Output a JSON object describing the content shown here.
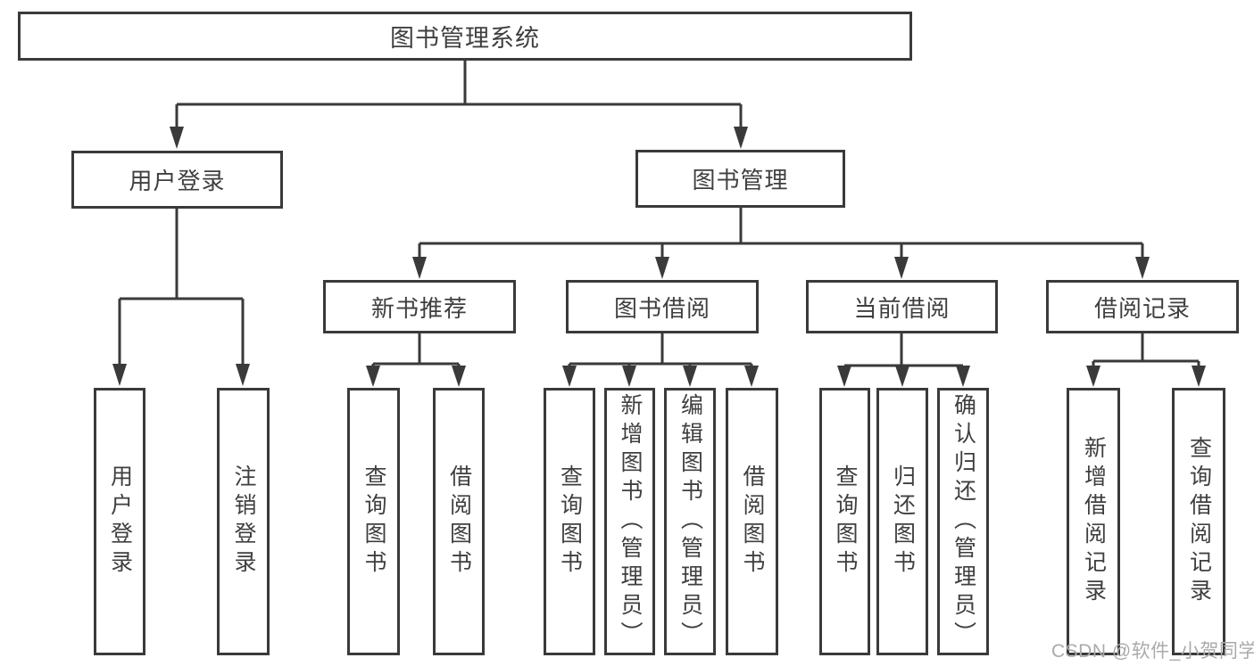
{
  "root": {
    "label": "图书管理系统"
  },
  "level2": [
    {
      "label": "用户登录"
    },
    {
      "label": "图书管理"
    }
  ],
  "level3": [
    {
      "label": "新书推荐"
    },
    {
      "label": "图书借阅"
    },
    {
      "label": "当前借阅"
    },
    {
      "label": "借阅记录"
    }
  ],
  "leafGroups": [
    {
      "parent": "用户登录",
      "leaves": [
        "用户登录",
        "注销登录"
      ]
    },
    {
      "parent": "新书推荐",
      "leaves": [
        "查询图书",
        "借阅图书"
      ]
    },
    {
      "parent": "图书借阅",
      "leaves": [
        "查询图书",
        "新增图书（管理员）",
        "编辑图书（管理员）",
        "借阅图书"
      ]
    },
    {
      "parent": "当前借阅",
      "leaves": [
        "查询图书",
        "归还图书",
        "确认归还（管理员）"
      ]
    },
    {
      "parent": "借阅记录",
      "leaves": [
        "新增借阅记录",
        "查询借阅记录"
      ]
    }
  ],
  "watermark": {
    "text": "CSDN @软件_小贺同学"
  },
  "colors": {
    "line": "#3a3a3a",
    "text": "#3f3f3f",
    "watermark": "#aaaaaa",
    "background": "#ffffff"
  }
}
